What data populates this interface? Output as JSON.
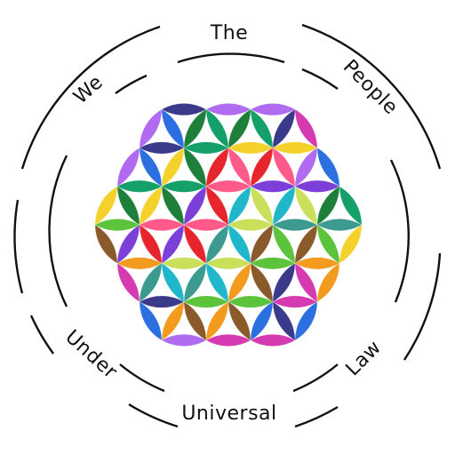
{
  "emblem": {
    "words": {
      "the": "The",
      "people": "People",
      "we": "We",
      "under": "Under",
      "universal": "Universal",
      "law": "Law"
    },
    "ring_color": "#111111",
    "background": "#ffffff",
    "center_motif": "flower-of-life",
    "petal_palette": [
      "#e6262c",
      "#f29b1e",
      "#f5d22b",
      "#5cc33c",
      "#15a06a",
      "#1fb7c9",
      "#2b6fe0",
      "#7c3fd8",
      "#d63ab0",
      "#ff5a8a",
      "#8a5a2b",
      "#1d7f3a",
      "#3d9a8f",
      "#b06bf0",
      "#c8e05a",
      "#3a3a8a"
    ]
  }
}
